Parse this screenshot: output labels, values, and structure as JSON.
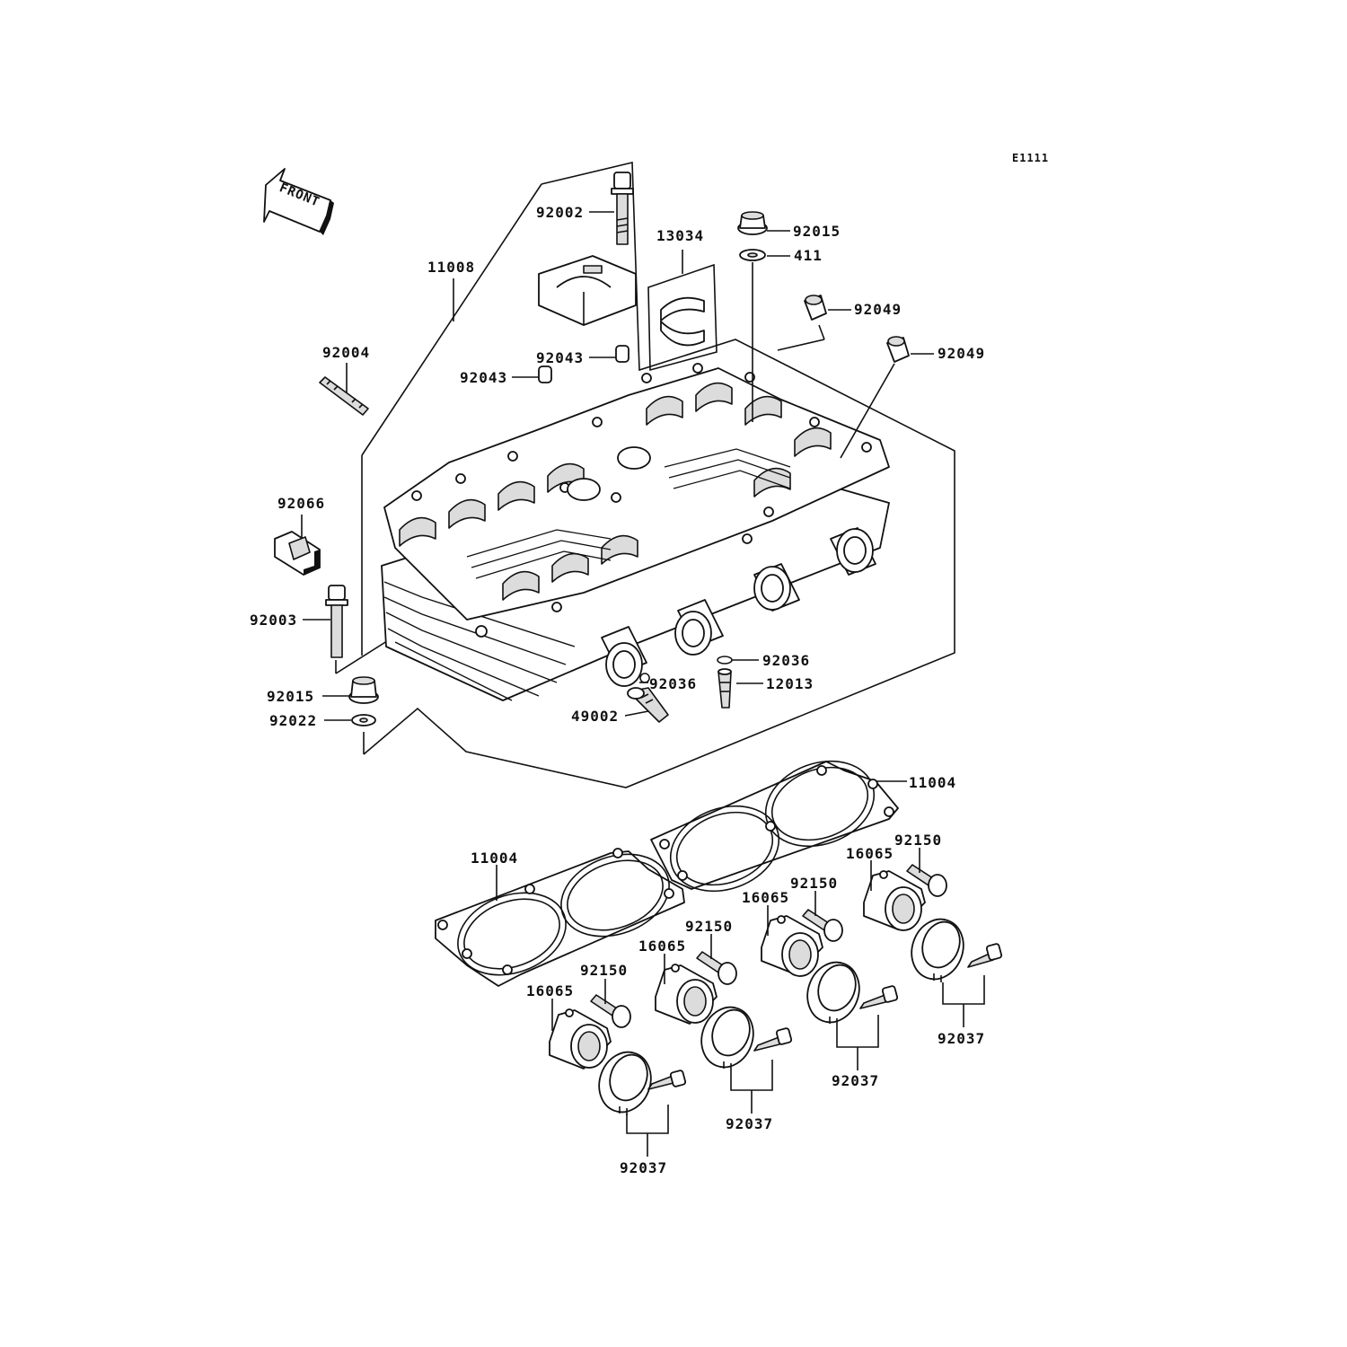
{
  "diagram": {
    "ref_code": "E1111",
    "front_label": "FRONT",
    "labels": {
      "p92002": "92002",
      "p13034": "13034",
      "p92015_top": "92015",
      "p411": "411",
      "p11008": "11008",
      "p92049_a": "92049",
      "p92049_b": "92049",
      "p92004": "92004",
      "p92043_a": "92043",
      "p92043_b": "92043",
      "p92066": "92066",
      "p92003": "92003",
      "p92036_a": "92036",
      "p92036_b": "92036",
      "p12013": "12013",
      "p92015_bottom": "92015",
      "p92022": "92022",
      "p49002": "49002",
      "p11004_a": "11004",
      "p11004_b": "11004",
      "p92150_a": "92150",
      "p92150_b": "92150",
      "p92150_c": "92150",
      "p92150_d": "92150",
      "p16065_a": "16065",
      "p16065_b": "16065",
      "p16065_c": "16065",
      "p16065_d": "16065",
      "p92037_a": "92037",
      "p92037_b": "92037",
      "p92037_c": "92037",
      "p92037_d": "92037"
    }
  }
}
